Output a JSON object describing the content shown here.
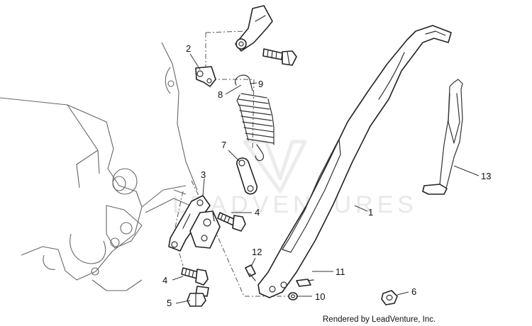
{
  "watermark": "LEADVENTURES",
  "credit": "Rendered by LeadVenture, Inc.",
  "callouts": [
    {
      "id": "1",
      "text": "1"
    },
    {
      "id": "2",
      "text": "2"
    },
    {
      "id": "3",
      "text": "3"
    },
    {
      "id": "4a",
      "text": "4"
    },
    {
      "id": "4b",
      "text": "4"
    },
    {
      "id": "5",
      "text": "5"
    },
    {
      "id": "6",
      "text": "6"
    },
    {
      "id": "7",
      "text": "7"
    },
    {
      "id": "8",
      "text": "8"
    },
    {
      "id": "9",
      "text": "9"
    },
    {
      "id": "10",
      "text": "10"
    },
    {
      "id": "11",
      "text": "11"
    },
    {
      "id": "12",
      "text": "12"
    },
    {
      "id": "13",
      "text": "13"
    }
  ]
}
